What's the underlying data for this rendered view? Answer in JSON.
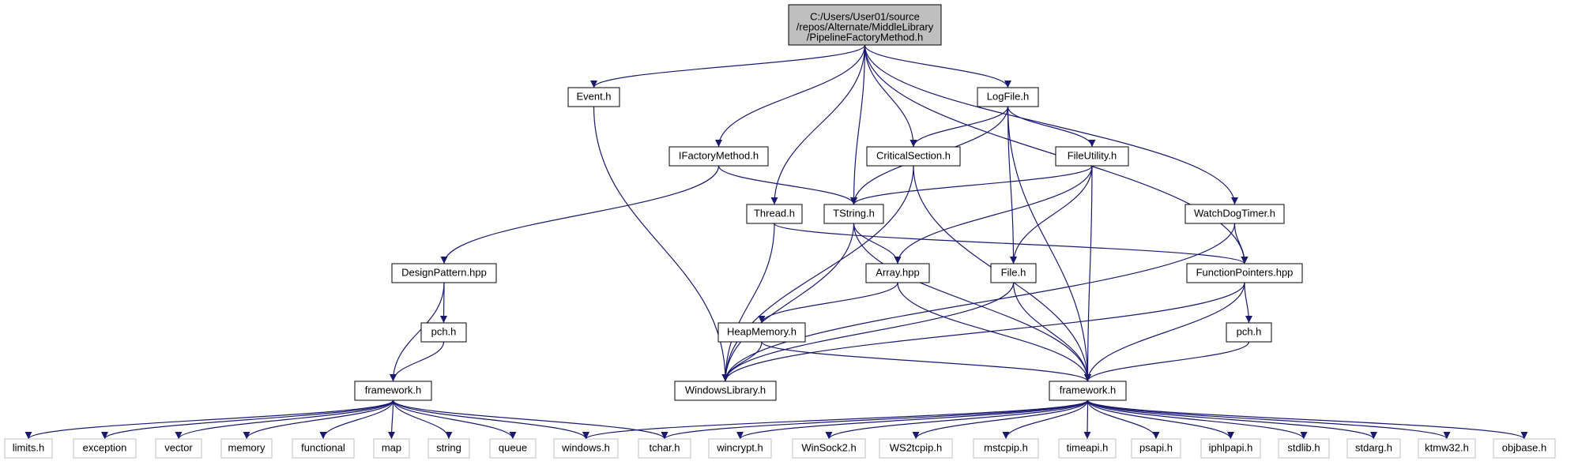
{
  "colors": {
    "edge": "#191970",
    "root_fill": "#bfbfbf",
    "node_border": "#000000",
    "system_border": "#bfbfbf",
    "background": "#ffffff"
  },
  "graph": {
    "root": {
      "lines": [
        "C:/Users/User01/source",
        "/repos/Alternate/MiddleLibrary",
        "/PipelineFactoryMethod.h"
      ]
    },
    "labels": {
      "event_h": "Event.h",
      "logfile_h": "LogFile.h",
      "ifactorymethod_h": "IFactoryMethod.h",
      "criticalsection_h": "CriticalSection.h",
      "fileutility_h": "FileUtility.h",
      "thread_h": "Thread.h",
      "tstring_h": "TString.h",
      "watchdogtimer_h": "WatchDogTimer.h",
      "designpattern_hpp": "DesignPattern.hpp",
      "array_hpp": "Array.hpp",
      "file_h": "File.h",
      "functionpointers_hpp": "FunctionPointers.hpp",
      "pch_h_left": "pch.h",
      "heapmemory_h": "HeapMemory.h",
      "pch_h_right": "pch.h",
      "framework_h_left": "framework.h",
      "windowslibrary_h": "WindowsLibrary.h",
      "framework_h_right": "framework.h",
      "limits_h": "limits.h",
      "exception": "exception",
      "vector": "vector",
      "memory": "memory",
      "functional": "functional",
      "map": "map",
      "string": "string",
      "queue": "queue",
      "windows_h": "windows.h",
      "tchar_h": "tchar.h",
      "wincrypt_h": "wincrypt.h",
      "winsock2_h": "WinSock2.h",
      "ws2tcpip_h": "WS2tcpip.h",
      "mstcpip_h": "mstcpip.h",
      "timeapi_h": "timeapi.h",
      "psapi_h": "psapi.h",
      "iphlpapi_h": "iphlpapi.h",
      "stdlib_h": "stdlib.h",
      "stdarg_h": "stdarg.h",
      "ktmw32_h": "ktmw32.h",
      "objbase_h": "objbase.h"
    },
    "edges": [
      [
        "root",
        "event_h"
      ],
      [
        "root",
        "logfile_h"
      ],
      [
        "root",
        "ifactorymethod_h"
      ],
      [
        "root",
        "criticalsection_h"
      ],
      [
        "root",
        "thread_h"
      ],
      [
        "root",
        "tstring_h"
      ],
      [
        "root",
        "watchdogtimer_h"
      ],
      [
        "root",
        "functionpointers_hpp"
      ],
      [
        "event_h",
        "windowslibrary_h"
      ],
      [
        "logfile_h",
        "criticalsection_h"
      ],
      [
        "logfile_h",
        "fileutility_h"
      ],
      [
        "logfile_h",
        "tstring_h"
      ],
      [
        "logfile_h",
        "file_h"
      ],
      [
        "logfile_h",
        "framework_h_right"
      ],
      [
        "ifactorymethod_h",
        "designpattern_hpp"
      ],
      [
        "ifactorymethod_h",
        "tstring_h"
      ],
      [
        "criticalsection_h",
        "windowslibrary_h"
      ],
      [
        "criticalsection_h",
        "framework_h_right"
      ],
      [
        "fileutility_h",
        "tstring_h"
      ],
      [
        "fileutility_h",
        "array_hpp"
      ],
      [
        "fileutility_h",
        "file_h"
      ],
      [
        "fileutility_h",
        "framework_h_right"
      ],
      [
        "thread_h",
        "windowslibrary_h"
      ],
      [
        "thread_h",
        "functionpointers_hpp"
      ],
      [
        "tstring_h",
        "array_hpp"
      ],
      [
        "tstring_h",
        "windowslibrary_h"
      ],
      [
        "tstring_h",
        "framework_h_right"
      ],
      [
        "watchdogtimer_h",
        "functionpointers_hpp"
      ],
      [
        "watchdogtimer_h",
        "windowslibrary_h"
      ],
      [
        "designpattern_hpp",
        "pch_h_left"
      ],
      [
        "designpattern_hpp",
        "framework_h_left"
      ],
      [
        "pch_h_left",
        "framework_h_left"
      ],
      [
        "array_hpp",
        "heapmemory_h"
      ],
      [
        "array_hpp",
        "framework_h_right"
      ],
      [
        "file_h",
        "windowslibrary_h"
      ],
      [
        "file_h",
        "framework_h_right"
      ],
      [
        "functionpointers_hpp",
        "pch_h_right"
      ],
      [
        "functionpointers_hpp",
        "windowslibrary_h"
      ],
      [
        "functionpointers_hpp",
        "framework_h_right"
      ],
      [
        "heapmemory_h",
        "windowslibrary_h"
      ],
      [
        "heapmemory_h",
        "framework_h_right"
      ],
      [
        "pch_h_right",
        "framework_h_right"
      ],
      [
        "framework_h_left",
        "limits_h"
      ],
      [
        "framework_h_left",
        "exception"
      ],
      [
        "framework_h_left",
        "vector"
      ],
      [
        "framework_h_left",
        "memory"
      ],
      [
        "framework_h_left",
        "functional"
      ],
      [
        "framework_h_left",
        "map"
      ],
      [
        "framework_h_left",
        "string"
      ],
      [
        "framework_h_left",
        "queue"
      ],
      [
        "framework_h_left",
        "windows_h"
      ],
      [
        "framework_h_left",
        "tchar_h"
      ],
      [
        "framework_h_right",
        "windows_h"
      ],
      [
        "framework_h_right",
        "tchar_h"
      ],
      [
        "framework_h_right",
        "wincrypt_h"
      ],
      [
        "framework_h_right",
        "winsock2_h"
      ],
      [
        "framework_h_right",
        "ws2tcpip_h"
      ],
      [
        "framework_h_right",
        "mstcpip_h"
      ],
      [
        "framework_h_right",
        "timeapi_h"
      ],
      [
        "framework_h_right",
        "psapi_h"
      ],
      [
        "framework_h_right",
        "iphlpapi_h"
      ],
      [
        "framework_h_right",
        "stdlib_h"
      ],
      [
        "framework_h_right",
        "stdarg_h"
      ],
      [
        "framework_h_right",
        "ktmw32_h"
      ],
      [
        "framework_h_right",
        "objbase_h"
      ]
    ]
  }
}
